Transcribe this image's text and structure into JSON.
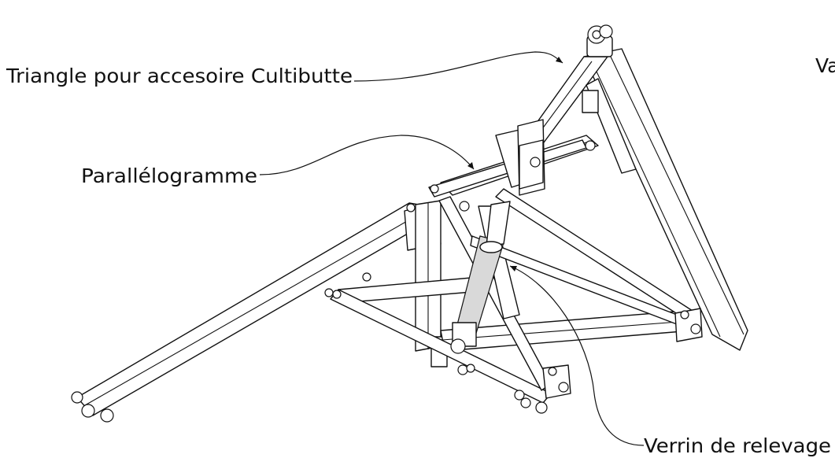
{
  "figure": {
    "labels": {
      "triangle": "Triangle pour accesoire Cultibutte",
      "parallelogram": "Parallélogramme",
      "cylinder": "Verrin de relevage",
      "truncated_right": "Va"
    },
    "colors": {
      "line": "#111111",
      "background": "#ffffff",
      "shade": "#d9d9d9"
    }
  }
}
